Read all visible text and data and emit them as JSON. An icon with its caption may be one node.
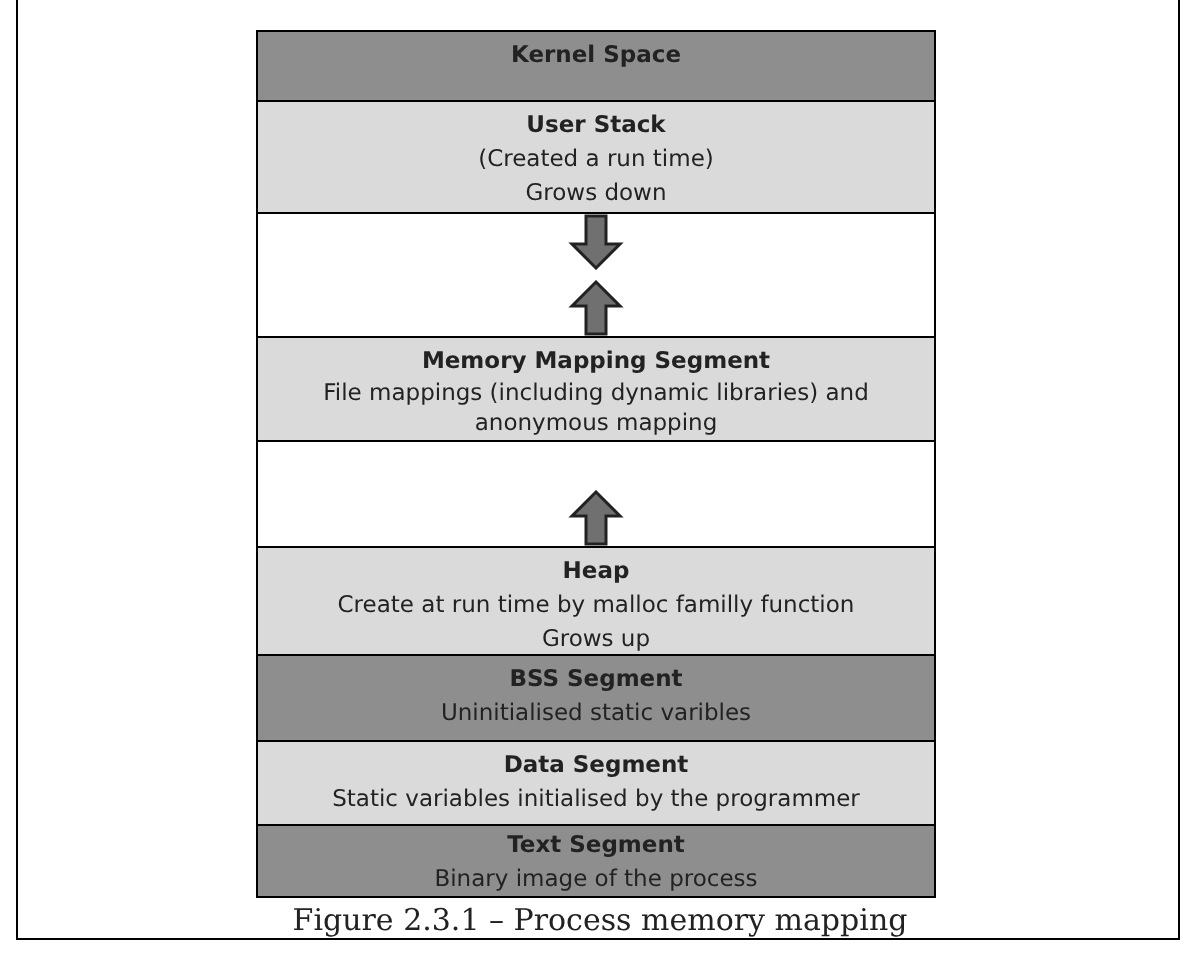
{
  "diagram": {
    "caption": "Figure 2.3.1 – Process memory mapping",
    "nodes": [
      {
        "text": [
          "Kernel Space"
        ]
      },
      {
        "text": [
          "User Stack",
          "(Created a run time)",
          "Grows down"
        ]
      },
      {
        "text": [],
        "shape": "box"
      },
      {
        "text": [
          "Memory Mapping Segment",
          "File mappings (including dynamic libraries) and anonymous mapping"
        ]
      },
      {
        "text": [],
        "shape": "box"
      },
      {
        "text": [
          "Heap",
          "Create at run time by malloc familly function",
          "Grows up"
        ]
      },
      {
        "text": [
          "BSS Segment",
          "Uninitialised static varibles"
        ]
      },
      {
        "text": [
          "Data Segment",
          "Static variables initialised by the programmer"
        ]
      },
      {
        "text": [
          "Text Segment",
          "Binary image of the process"
        ]
      }
    ],
    "edges": [
      {
        "from": 1,
        "to": null,
        "arrow": "to"
      },
      {
        "from": 3,
        "to": null,
        "arrow": "to"
      },
      {
        "from": 5,
        "to": null,
        "arrow": "to"
      }
    ]
  }
}
